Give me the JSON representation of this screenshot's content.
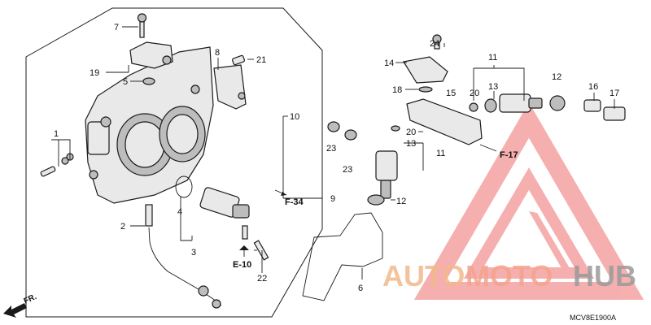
{
  "callouts": {
    "c1": "1",
    "c2": "2",
    "c3": "3",
    "c4": "4",
    "c5": "5",
    "c6": "6",
    "c7": "7",
    "c8": "8",
    "c9": "9",
    "c10": "10",
    "c11a": "11",
    "c11b": "11",
    "c12a": "12",
    "c12b": "12",
    "c13a": "13",
    "c13b": "13",
    "c14": "14",
    "c15": "15",
    "c16": "16",
    "c17": "17",
    "c18": "18",
    "c19": "19",
    "c20a": "20",
    "c20b": "20",
    "c21": "21",
    "c22": "22",
    "c23a": "23",
    "c23b": "23",
    "c24": "24"
  },
  "refs": {
    "f34": "F-34",
    "e10": "E-10",
    "f17": "F-17"
  },
  "direction_label": "FR.",
  "diagram_code": "MCV8E1900A",
  "watermark": {
    "part1": "AUTO",
    "part2": "MOTO",
    "part3": "HUB",
    "color_auto": "#f2b98c",
    "color_moto": "#f4a48e",
    "color_hub": "#9a9a9a",
    "color_triangle": "#f08080"
  }
}
